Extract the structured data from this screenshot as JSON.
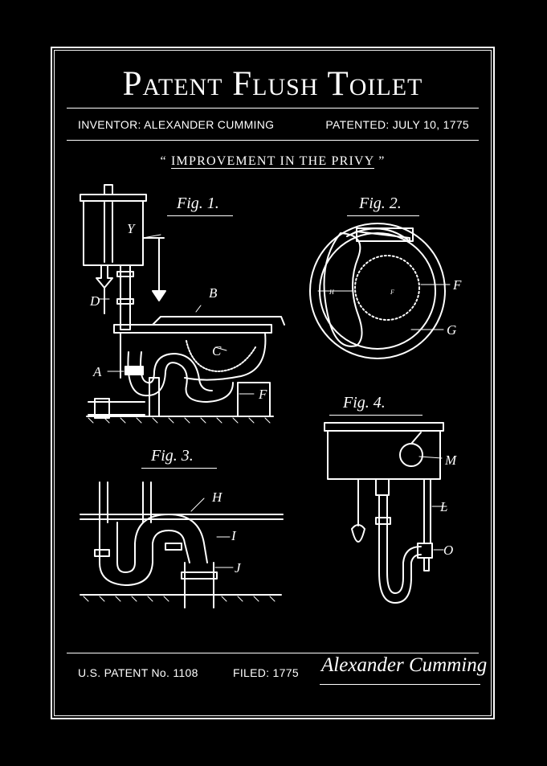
{
  "title": "Patent Flush Toilet",
  "inventor": "INVENTOR: ALEXANDER CUMMING",
  "patented": "PATENTED: JULY 10, 1775",
  "subtitle_open": "“",
  "subtitle": "IMPROVEMENT IN THE PRIVY",
  "subtitle_close": "”",
  "figures": {
    "fig1": {
      "label": "Fig. 1.",
      "letters": [
        "Y",
        "D",
        "B",
        "C",
        "A",
        "F"
      ]
    },
    "fig2": {
      "label": "Fig. 2.",
      "letters": [
        "F",
        "G",
        "H",
        "F"
      ]
    },
    "fig3": {
      "label": "Fig. 3.",
      "letters": [
        "H",
        "I",
        "J"
      ]
    },
    "fig4": {
      "label": "Fig. 4.",
      "letters": [
        "M",
        "L",
        "O"
      ]
    }
  },
  "footer": {
    "patent_no": "U.S. PATENT No. 1108",
    "filed": "FILED: 1775",
    "signature": "Alexander Cumming"
  }
}
